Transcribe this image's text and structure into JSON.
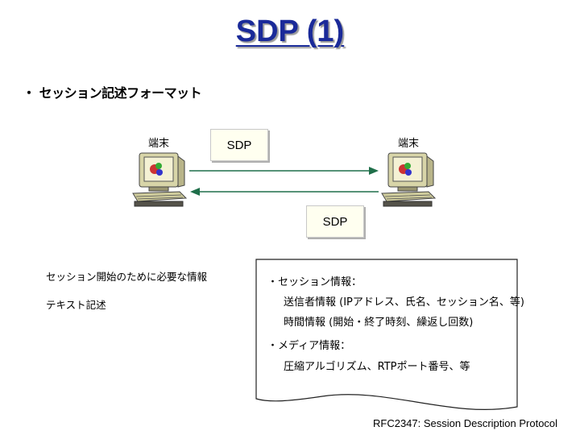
{
  "title": "SDP (1)",
  "heading": "・ セッション記述フォーマット",
  "terminal_left_label": "端末",
  "terminal_right_label": "端末",
  "sdp_top_label": "SDP",
  "sdp_bottom_label": "SDP",
  "left_notes": {
    "line1": "セッション開始のために必要な情報",
    "line2": "テキスト記述"
  },
  "document": {
    "session_info": "・セッション情報：",
    "sender_info": "送信者情報 (IPアドレス、氏名、セッション名、等)",
    "time_info": "時間情報 (開始・終了時刻、繰返し回数)",
    "media_info": "・メディア情報：",
    "codec_info": "圧縮アルゴリズム、RTPポート番号、等"
  },
  "citation": "RFC2347: Session Description Protocol",
  "icons": [
    "computer-icon",
    "arrow-right-icon",
    "arrow-left-icon",
    "document-icon"
  ],
  "colors": {
    "title": "#1a2a99",
    "arrow": "#1f6f4a",
    "note_bg": "#fffff0"
  }
}
